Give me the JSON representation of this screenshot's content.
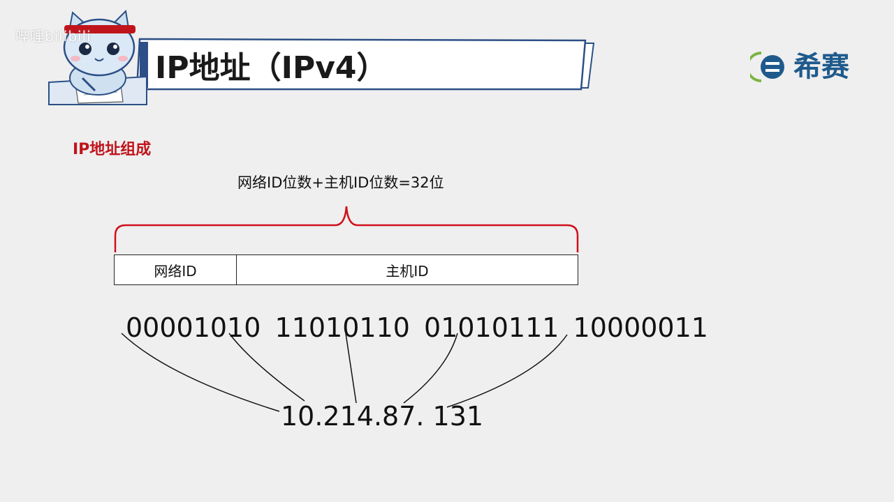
{
  "watermark": "哔哩bilibili",
  "title": "IP地址（IPv4）",
  "logo": {
    "text": "希赛",
    "icon": "xisai-logo-icon",
    "color": "#1f5a8c"
  },
  "section_heading": "IP地址组成",
  "formula": "网络ID位数+主机ID位数=32位",
  "table": {
    "network_label": "网络ID",
    "host_label": "主机ID"
  },
  "binary_octets": [
    "00001010",
    "11010110",
    "01010111",
    "10000011"
  ],
  "decimal_address": "10.214.87. 131",
  "colors": {
    "accent_red": "#c0141c",
    "banner_blue": "#2b4f86",
    "background": "#efefef"
  }
}
